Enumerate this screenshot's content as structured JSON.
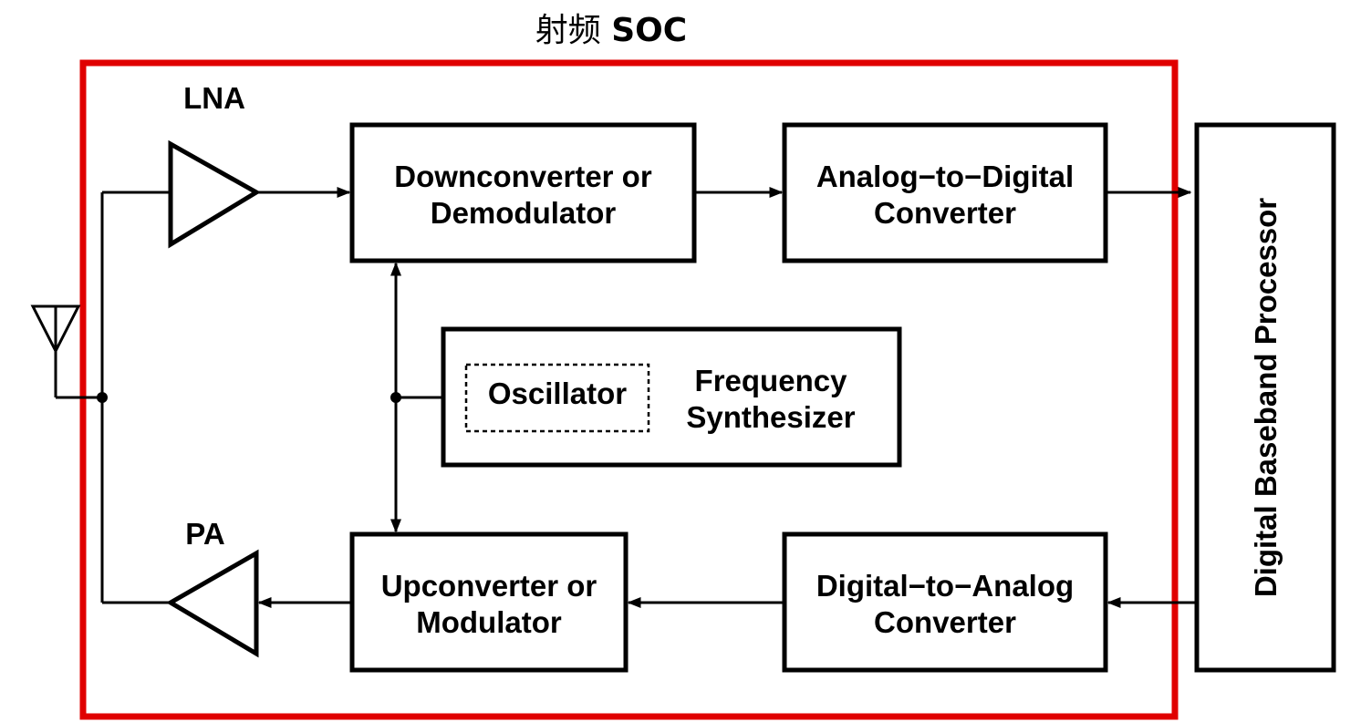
{
  "title": {
    "cn": "射频",
    "soc": "SOC"
  },
  "labels": {
    "lna": "LNA",
    "pa": "PA"
  },
  "blocks": {
    "downconverter": {
      "line1": "Downconverter or",
      "line2": "Demodulator"
    },
    "adc": {
      "line1": "Analog−to−Digital",
      "line2": "Converter"
    },
    "synth": {
      "oscillator": "Oscillator",
      "line1": "Frequency",
      "line2": "Synthesizer"
    },
    "upconverter": {
      "line1": "Upconverter or",
      "line2": "Modulator"
    },
    "dac": {
      "line1": "Digital−to−Analog",
      "line2": "Converter"
    },
    "dsp": {
      "label": "Digital Baseband Processor"
    }
  },
  "colors": {
    "soc_border": "#e00000",
    "stroke": "#000000"
  }
}
